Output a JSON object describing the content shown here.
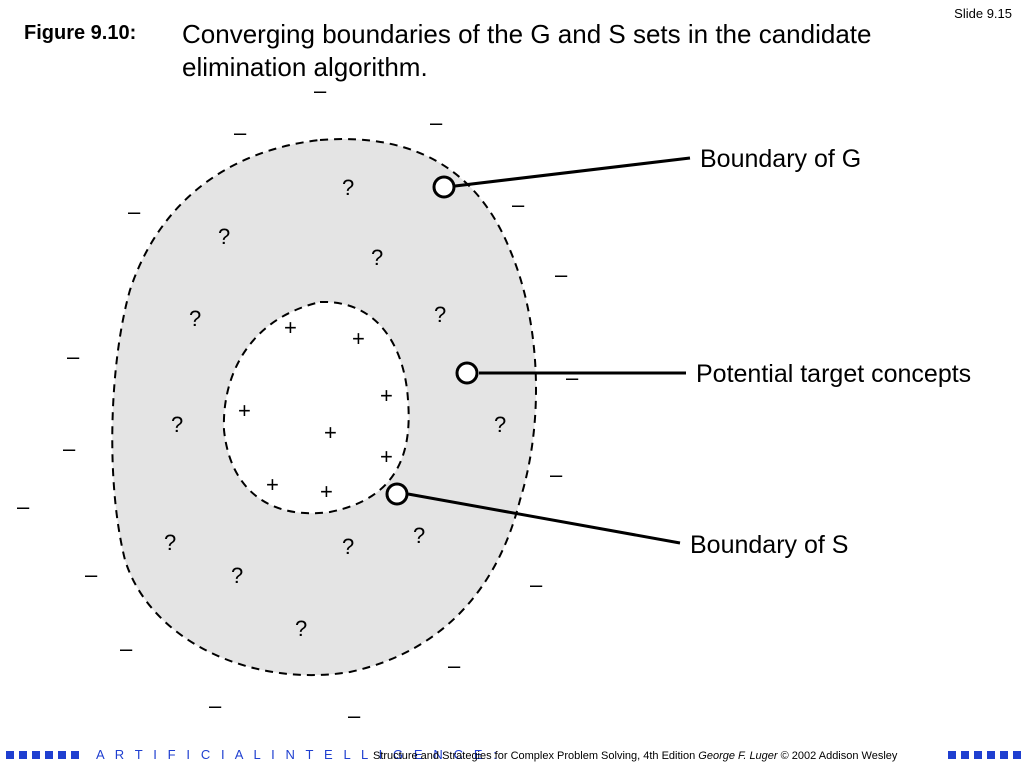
{
  "slide": {
    "number": "Slide 9.15"
  },
  "figure": {
    "label": "Figure 9.10:",
    "caption": "Converging boundaries of the G and S sets in the candidate elimination algorithm."
  },
  "diagram": {
    "symbols": {
      "negative": "–",
      "positive": "+",
      "unknown": "?"
    },
    "callouts": {
      "boundary_g": "Boundary of G",
      "potential": "Potential target concepts",
      "boundary_s": "Boundary of S"
    },
    "colors": {
      "region_fill": "#e4e4e4",
      "stroke": "#000000"
    }
  },
  "footer": {
    "brand": "A R T I F I C I A L   I N T E L L I G E N C E :",
    "book": "Structure and Strategies for Complex Problem Solving, 4th Edition",
    "author": "George F. Luger",
    "copyright": "© 2002",
    "publisher": "Addison Wesley",
    "accent_color": "#1f3fd0"
  }
}
